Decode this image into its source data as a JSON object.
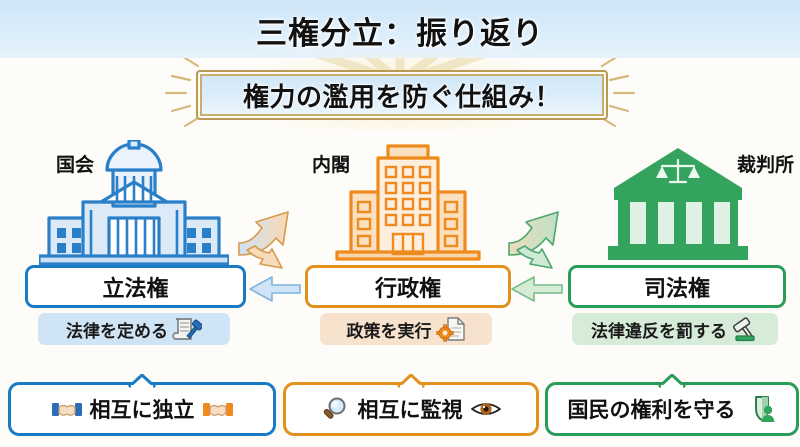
{
  "header": {
    "title": "三権分立：振り返り"
  },
  "banner": {
    "text": "権力の濫用を防ぐ仕組み！",
    "border_color": "#b99a54",
    "fill_color": "#cfe6f7"
  },
  "branches": [
    {
      "id": "legislative",
      "organ_label": "国会",
      "power_label": "立法権",
      "duty_label": "法律を定める",
      "duty_icons": [
        "scroll-icon",
        "gavel-icon"
      ],
      "callout_label": "相互に独立",
      "callout_icons": [
        "handshake-blue-icon",
        "handshake-orange-icon"
      ],
      "accent_color": "#1a7ac4",
      "pill_color": "#cfe4f4",
      "building_icon": "diet-building-icon"
    },
    {
      "id": "executive",
      "organ_label": "内閣",
      "power_label": "行政権",
      "duty_label": "政策を実行",
      "duty_icons": [
        "gear-icon",
        "document-icon"
      ],
      "callout_label": "相互に監視",
      "callout_icons": [
        "magnifier-icon",
        "eye-icon"
      ],
      "accent_color": "#e2911f",
      "pill_color": "#f7e3cd",
      "building_icon": "office-building-icon"
    },
    {
      "id": "judicial",
      "organ_label": "裁判所",
      "power_label": "司法権",
      "duty_label": "法律違反を罰する",
      "duty_icons": [
        "gavel-icon"
      ],
      "callout_label": "国民の権利を守る",
      "callout_icons": [
        "shield-person-icon"
      ],
      "accent_color": "#2a9c5a",
      "pill_color": "#d6ecd9",
      "building_icon": "courthouse-icon"
    }
  ],
  "arrows": {
    "legis_to_exec": "curved-arrow-right-blue-orange",
    "exec_to_legis": "straight-arrow-left-blue",
    "exec_to_jud": "curved-arrow-right-green",
    "jud_to_exec": "straight-arrow-left-green"
  },
  "colors": {
    "header_top": "#cfe6f8",
    "header_bottom": "#e7f3fc",
    "page_background": "#fdfcf8",
    "text": "#111111"
  }
}
